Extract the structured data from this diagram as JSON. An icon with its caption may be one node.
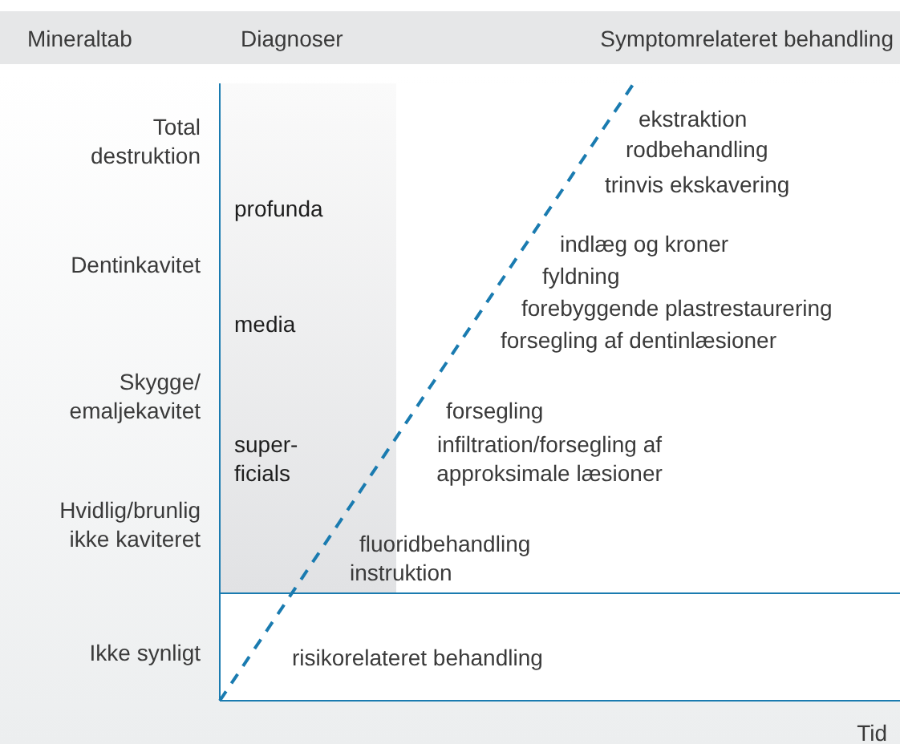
{
  "diagram": {
    "labels": [
      "Mineraltab",
      "Diagnoser",
      "Symptomrelateret behandling",
      "Total destruktion",
      "ekstraktion",
      "rodbehandling",
      "trinvis ekskavering",
      "profunda",
      "Dentinkavitet",
      "indlæg og kroner",
      "fyldning",
      "forebyggende plastrestaurering",
      "forsegling af dentinlæsioner",
      "media",
      "Skygge/ emaljekavitet",
      "forsegling",
      "super- ficials",
      "infiltration/forsegling af approksimale læsioner",
      "Hvidlig/brunlig ikke kaviteret",
      "fluoridbehandling",
      "instruktion",
      "Ikke synligt",
      "risikorelateret behandling",
      "Tid"
    ]
  }
}
